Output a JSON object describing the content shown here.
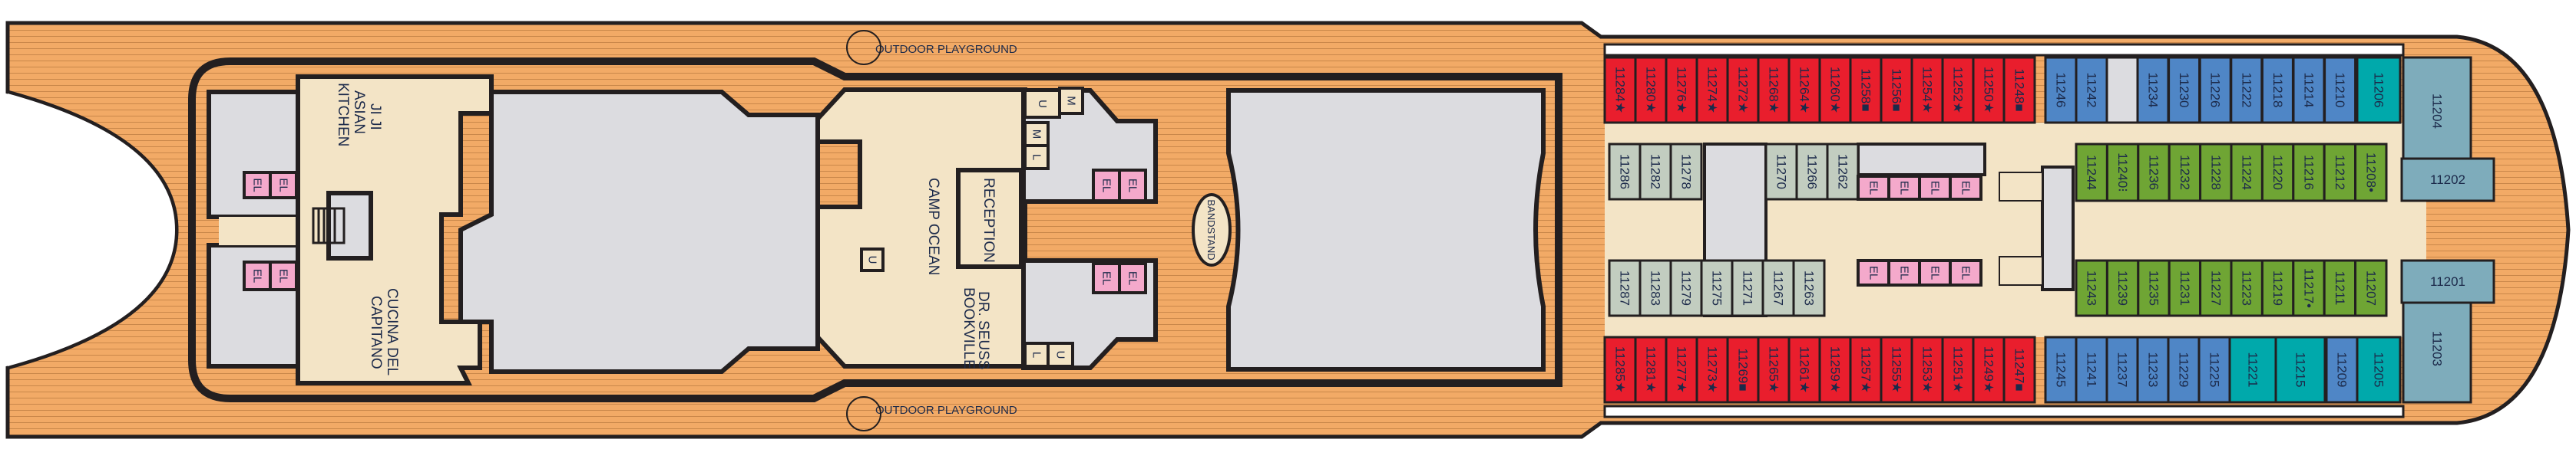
{
  "colors": {
    "wood": "#f2aa66",
    "wood_line": "#c9874a",
    "venue": "#f3e4c6",
    "open_below": "#dcdce0",
    "outline": "#231f20",
    "elevator": "#f4a9cb",
    "red": "#e91e2d",
    "blue": "#4f86c6",
    "teal": "#00a9ab",
    "green": "#6fa534",
    "sage": "#c2cdc0",
    "slate": "#7eacbb"
  },
  "labels": {
    "outdoor_playground_top": "OUTDOOR PLAYGROUND",
    "outdoor_playground_bottom": "OUTDOOR PLAYGROUND",
    "jiji": "JI JI",
    "asian": "ASIAN",
    "kitchen": "KITCHEN",
    "cucina1": "CUCINA DEL",
    "cucina2": "CAPITANO",
    "camp_ocean": "CAMP OCEAN",
    "reception": "RECEPTION",
    "seuss1": "DR. SEUSS",
    "seuss2": "BOOKVILLE",
    "bandstand": "BANDSTAND",
    "elevator": "EL",
    "restroom_u": "U",
    "restroom_m": "M",
    "restroom_l": "L"
  },
  "cabins": {
    "top_outer": [
      {
        "n": "11284★",
        "c": "red"
      },
      {
        "n": "11280★",
        "c": "red"
      },
      {
        "n": "11276★",
        "c": "red"
      },
      {
        "n": "11274★",
        "c": "red"
      },
      {
        "n": "11272★",
        "c": "red"
      },
      {
        "n": "11268★",
        "c": "red"
      },
      {
        "n": "11264★",
        "c": "red"
      },
      {
        "n": "11260★",
        "c": "red"
      },
      {
        "n": "11258■",
        "c": "red"
      },
      {
        "n": "11256■",
        "c": "red"
      },
      {
        "n": "11254★",
        "c": "red"
      },
      {
        "n": "11252★",
        "c": "red"
      },
      {
        "n": "11250★",
        "c": "red"
      },
      {
        "n": "11248■",
        "c": "red"
      },
      {
        "n": "11246",
        "c": "blue"
      },
      {
        "n": "11242",
        "c": "blue"
      },
      {
        "n": "11234",
        "c": "blue"
      },
      {
        "n": "11230",
        "c": "blue"
      },
      {
        "n": "11226",
        "c": "blue"
      },
      {
        "n": "11222",
        "c": "blue"
      },
      {
        "n": "11218",
        "c": "blue"
      },
      {
        "n": "11214",
        "c": "blue"
      },
      {
        "n": "11210",
        "c": "blue"
      },
      {
        "n": "11206",
        "c": "teal"
      },
      {
        "n": "11204",
        "c": "slate"
      }
    ],
    "top_inner_aft": [
      {
        "n": "11286",
        "c": "sage"
      },
      {
        "n": "11282",
        "c": "sage"
      },
      {
        "n": "11278",
        "c": "sage"
      }
    ],
    "top_inner_mid": [
      {
        "n": "11270",
        "c": "sage"
      },
      {
        "n": "11266",
        "c": "sage"
      },
      {
        "n": "11262",
        "c": "sage"
      }
    ],
    "top_inner_fwd": [
      {
        "n": "11244",
        "c": "green"
      },
      {
        "n": "11240⁝",
        "c": "green"
      },
      {
        "n": "11236",
        "c": "green"
      },
      {
        "n": "11232",
        "c": "green"
      },
      {
        "n": "11228",
        "c": "green"
      },
      {
        "n": "11224",
        "c": "green"
      },
      {
        "n": "11220",
        "c": "green"
      },
      {
        "n": "11216",
        "c": "green"
      },
      {
        "n": "11212",
        "c": "green"
      },
      {
        "n": "11208•",
        "c": "green"
      }
    ],
    "forward_top": {
      "n": "11202",
      "c": "slate"
    },
    "forward_bottom": {
      "n": "11201",
      "c": "slate"
    },
    "bottom_inner_aft": [
      {
        "n": "11287",
        "c": "sage"
      },
      {
        "n": "11283",
        "c": "sage"
      },
      {
        "n": "11279",
        "c": "sage"
      },
      {
        "n": "11275",
        "c": "sage"
      },
      {
        "n": "11271",
        "c": "sage"
      },
      {
        "n": "11267",
        "c": "sage"
      },
      {
        "n": "11263",
        "c": "sage"
      }
    ],
    "bottom_inner_fwd": [
      {
        "n": "11243",
        "c": "green"
      },
      {
        "n": "11239",
        "c": "green"
      },
      {
        "n": "11235",
        "c": "green"
      },
      {
        "n": "11231",
        "c": "green"
      },
      {
        "n": "11227",
        "c": "green"
      },
      {
        "n": "11223",
        "c": "green"
      },
      {
        "n": "11219",
        "c": "green"
      },
      {
        "n": "11217•",
        "c": "green"
      },
      {
        "n": "11211",
        "c": "green"
      },
      {
        "n": "11207",
        "c": "green"
      }
    ],
    "bottom_outer": [
      {
        "n": "11285★",
        "c": "red"
      },
      {
        "n": "11281★",
        "c": "red"
      },
      {
        "n": "11277★",
        "c": "red"
      },
      {
        "n": "11273★",
        "c": "red"
      },
      {
        "n": "11269■",
        "c": "red"
      },
      {
        "n": "11265★",
        "c": "red"
      },
      {
        "n": "11261★",
        "c": "red"
      },
      {
        "n": "11259★",
        "c": "red"
      },
      {
        "n": "11257★",
        "c": "red"
      },
      {
        "n": "11255★",
        "c": "red"
      },
      {
        "n": "11253★",
        "c": "red"
      },
      {
        "n": "11251★",
        "c": "red"
      },
      {
        "n": "11249★",
        "c": "red"
      },
      {
        "n": "11247■",
        "c": "red"
      },
      {
        "n": "11245",
        "c": "blue"
      },
      {
        "n": "11241",
        "c": "blue"
      },
      {
        "n": "11237",
        "c": "blue"
      },
      {
        "n": "11233",
        "c": "blue"
      },
      {
        "n": "11229",
        "c": "blue"
      },
      {
        "n": "11225",
        "c": "blue"
      },
      {
        "n": "11221",
        "c": "teal"
      },
      {
        "n": "11215",
        "c": "teal"
      },
      {
        "n": "11209",
        "c": "blue"
      },
      {
        "n": "11205",
        "c": "teal"
      },
      {
        "n": "11203",
        "c": "slate"
      }
    ]
  }
}
